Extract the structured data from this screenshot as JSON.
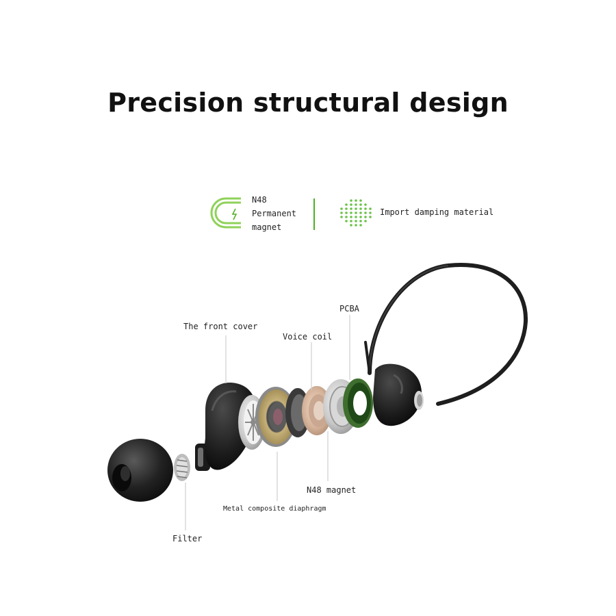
{
  "title": "Precision structural design",
  "features": [
    {
      "icon": "magnet-icon",
      "lines": [
        "N48",
        "Permanent",
        "magnet"
      ]
    },
    {
      "icon": "dot-grid-icon",
      "label": "Import damping material"
    }
  ],
  "callouts": {
    "front_cover": "The front cover",
    "voice_coil": "Voice coil",
    "pcba": "PCBA",
    "n48_magnet": "N48 magnet",
    "diaphragm": "Metal composite diaphragm",
    "filter": "Filter"
  },
  "colors": {
    "accent_green": "#4caf20",
    "text": "#222222",
    "title": "#111111"
  }
}
